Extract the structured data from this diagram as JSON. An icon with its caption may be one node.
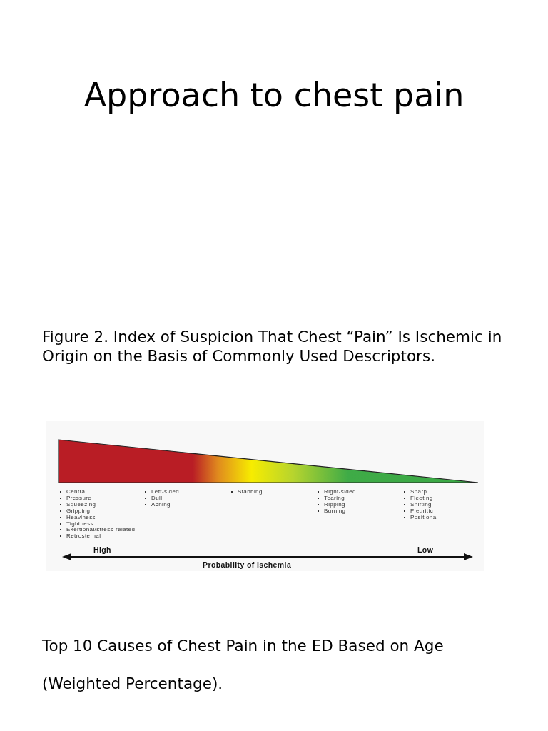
{
  "diagram": {
    "title": "Approach to chest pain",
    "labels": [
      "Figure 2. Index of Suspicion That Chest “Pain” Is Ischemic in Origin on the Basis of Commonly Used Descriptors.",
      "Central",
      "Pressure",
      "Squeezing",
      "Gripping",
      "Heaviness",
      "Tightness",
      "Exertional/stress-related",
      "Retrosternal",
      "Left-sided",
      "Dull",
      "Aching",
      "Stabbing",
      "Right-sided",
      "Tearing",
      "Ripping",
      "Burning",
      "Sharp",
      "Fleeting",
      "Shifting",
      "Pleuritic",
      "Positional",
      "High",
      "Low",
      "Probability of Ischemia",
      "Top 10 Causes of Chest Pain in the ED Based on Age",
      "(Weighted Percentage)."
    ]
  }
}
